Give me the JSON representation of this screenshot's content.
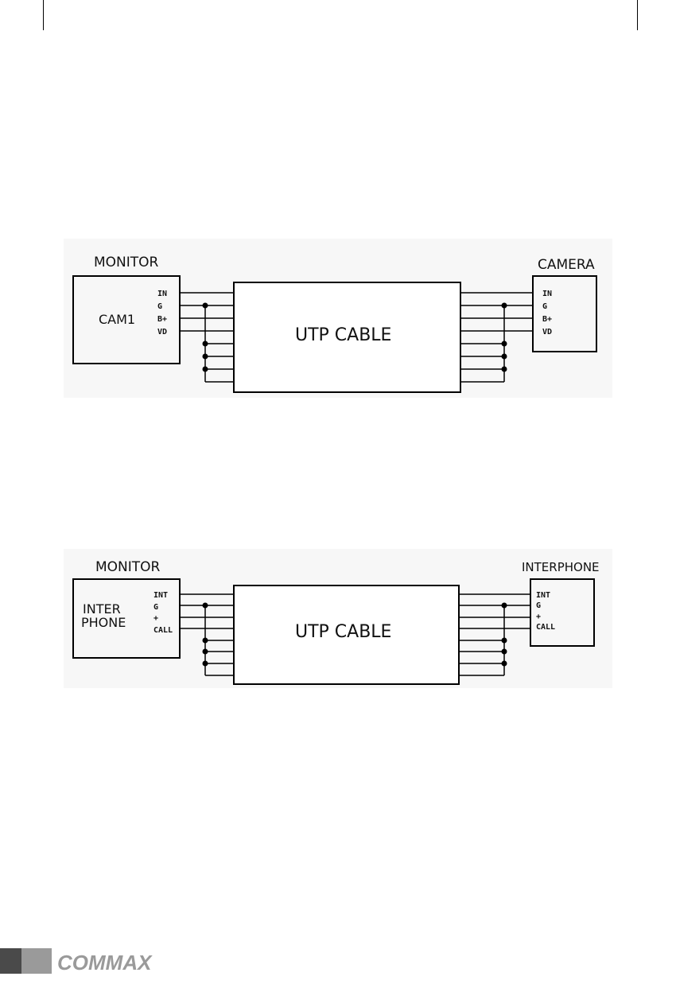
{
  "diagrams": [
    {
      "id": "camera",
      "left_title": "MONITOR",
      "right_title": "CAMERA",
      "left_device": [
        "CAM1"
      ],
      "cable_label": "UTP CABLE",
      "left_terminals": [
        "IN",
        "G",
        "B+",
        "VD"
      ],
      "right_terminals": [
        "IN",
        "G",
        "B+",
        "VD"
      ]
    },
    {
      "id": "interphone",
      "left_title": "MONITOR",
      "right_title": "INTERPHONE",
      "left_device": [
        "INTER",
        "PHONE"
      ],
      "cable_label": "UTP CABLE",
      "left_terminals": [
        "INT",
        "G",
        "+",
        "CALL"
      ],
      "right_terminals": [
        "INT",
        "G",
        "+",
        "CALL"
      ]
    }
  ],
  "footer": {
    "brand": "COMMAX",
    "brand_color": "#9a9a9a"
  }
}
